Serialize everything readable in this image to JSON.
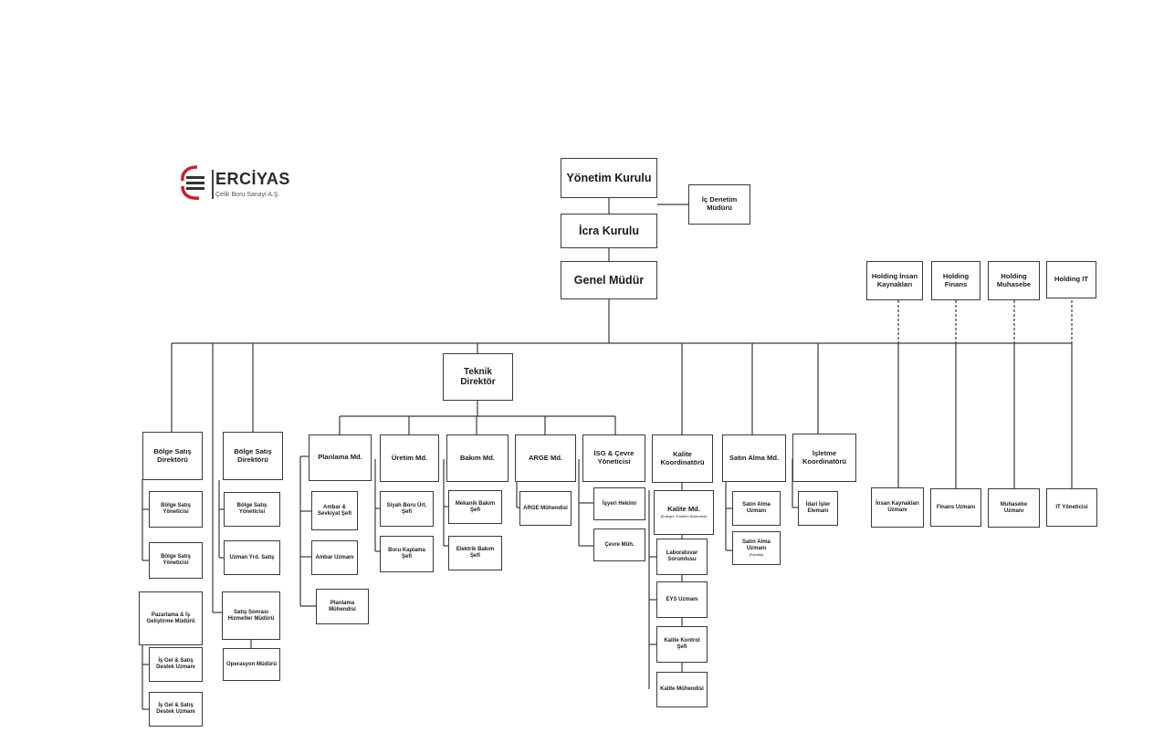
{
  "brand": {
    "name": "ERCİYAS",
    "tagline": "Çelik Boru Sanayi A.Ş.",
    "accent": "#c8202e"
  },
  "org": {
    "yonetim_kurulu": "Yönetim Kurulu",
    "ic_denetim": "İç Denetim Müdürü",
    "icra_kurulu": "İcra Kurulu",
    "genel_mudur": "Genel Müdür",
    "holding_ik": "Holding İnsan Kaynakları",
    "holding_finans": "Holding Finans",
    "holding_muhasebe": "Holding Muhasebe",
    "holding_it": "Holding IT",
    "teknik_direktor": "Teknik Direktör",
    "bolge_satis_1": "Bölge Satış Direktörü",
    "bolge_satis_1_y1": "Bölge Satış Yöneticisi",
    "bolge_satis_1_y2": "Bölge Satış Yöneticisi",
    "bolge_satis_2": "Bölge Satış Direktörü",
    "bolge_satis_2_y1": "Bölge Satış Yöneticisi",
    "uzman_yrd_satis": "Uzman Yrd. Satış",
    "pazarlama": "Pazarlama & İş Geliştirme Müdürü",
    "is_gel_1": "İş Gel & Satış Destek Uzmanı",
    "is_gel_2": "İş Gel & Satış Destek Uzmanı",
    "satis_sonrasi": "Satış Sonrası Hizmetler Müdürü",
    "operasyon": "Operasyon Müdürü",
    "planlama": "Planlama Md.",
    "ambar_sevkiyat": "Ambar & Sevkiyat Şefi",
    "ambar_uzmani": "Ambar Uzmanı",
    "planlama_muh": "Planlama Mühendisi",
    "uretim": "Üretim Md.",
    "siyah_boru": "Siyah Boru Ürt. Şefi",
    "boru_kaplama": "Boru Kaplama Şefi",
    "bakim": "Bakım Md.",
    "mekanik_bakim": "Mekanik Bakım Şefi",
    "elektrik_bakim": "Elektrik Bakım Şefi",
    "arge": "ARGE Md.",
    "arge_muh": "ARGE Mühendisi",
    "isg_cevre": "İSG & Çevre Yöneticisi",
    "isyeri_hekimi": "İşyeri Hekimi",
    "cevre_muh": "Çevre Müh.",
    "kalite_koord": "Kalite Koordinatörü",
    "kalite_md": "Kalite Md.",
    "kalite_md_sub": "(Entegre Yönetim Sistemleri)",
    "laboratuvar": "Laboratuvar Sorumlusu",
    "eys_uzmani": "EYS Uzmanı",
    "kalite_kontrol": "Kalite Kontrol Şefi",
    "kalite_muh": "Kalite Mühendisi",
    "satin_alma": "Satın Alma Md.",
    "satin_alma_uzm": "Satın Alma Uzmanı",
    "satin_alma_uzm2": "Satın Alma Uzmanı",
    "satin_alma_uzm2_sub": "(Fabrika)",
    "isletme_koord": "İşletme Koordinatörü",
    "idari_isler": "İdari İşler Elemanı",
    "ik_uzmani": "İnsan Kaynakları Uzmanı",
    "finans_uzmani": "Finans Uzmanı",
    "muhasebe_uzmani": "Muhasebe Uzmanı",
    "it_yoneticisi": "IT Yöneticisi"
  }
}
